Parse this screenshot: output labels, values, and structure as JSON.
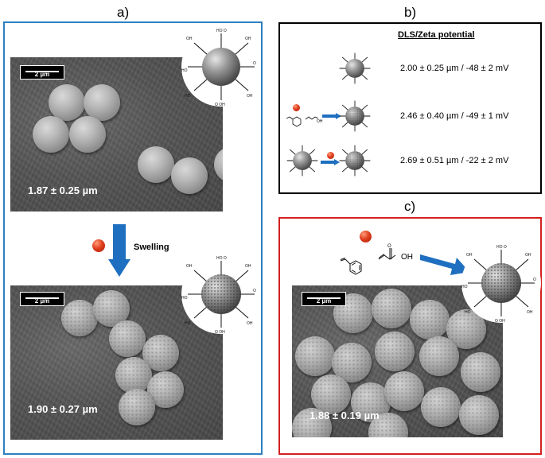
{
  "panels": {
    "a": {
      "label": "a)",
      "border_color": "#2f7fc1",
      "top_image": {
        "scalebar": "2 µm",
        "size": "1.87 ± 0.25 µm"
      },
      "arrow_label": "Swelling",
      "bottom_image": {
        "scalebar": "2 µm",
        "size": "1.90 ± 0.27 µm"
      }
    },
    "b": {
      "label": "b)",
      "border_color": "#000000",
      "title": "DLS/Zeta potential",
      "rows": [
        {
          "value": "2.00 ± 0.25 µm / -48 ± 2 mV"
        },
        {
          "value": "2.46 ± 0.40 µm / -49 ± 1 mV"
        },
        {
          "value": "2.69 ± 0.51 µm / -22 ± 2 mV"
        }
      ]
    },
    "c": {
      "label": "c)",
      "border_color": "#d42020",
      "image": {
        "scalebar": "2 µm",
        "size": "1.88 ± 0.19 µm"
      },
      "monomer_label": "OH"
    }
  },
  "colors": {
    "arrow_blue": "#1f6fc0",
    "droplet_red": "#e0401e"
  },
  "icons": [
    "carboxylated-particle-icon",
    "swollen-particle-icon",
    "monomer-droplet-icon",
    "styrene-structure-icon",
    "acrylic-acid-structure-icon"
  ]
}
